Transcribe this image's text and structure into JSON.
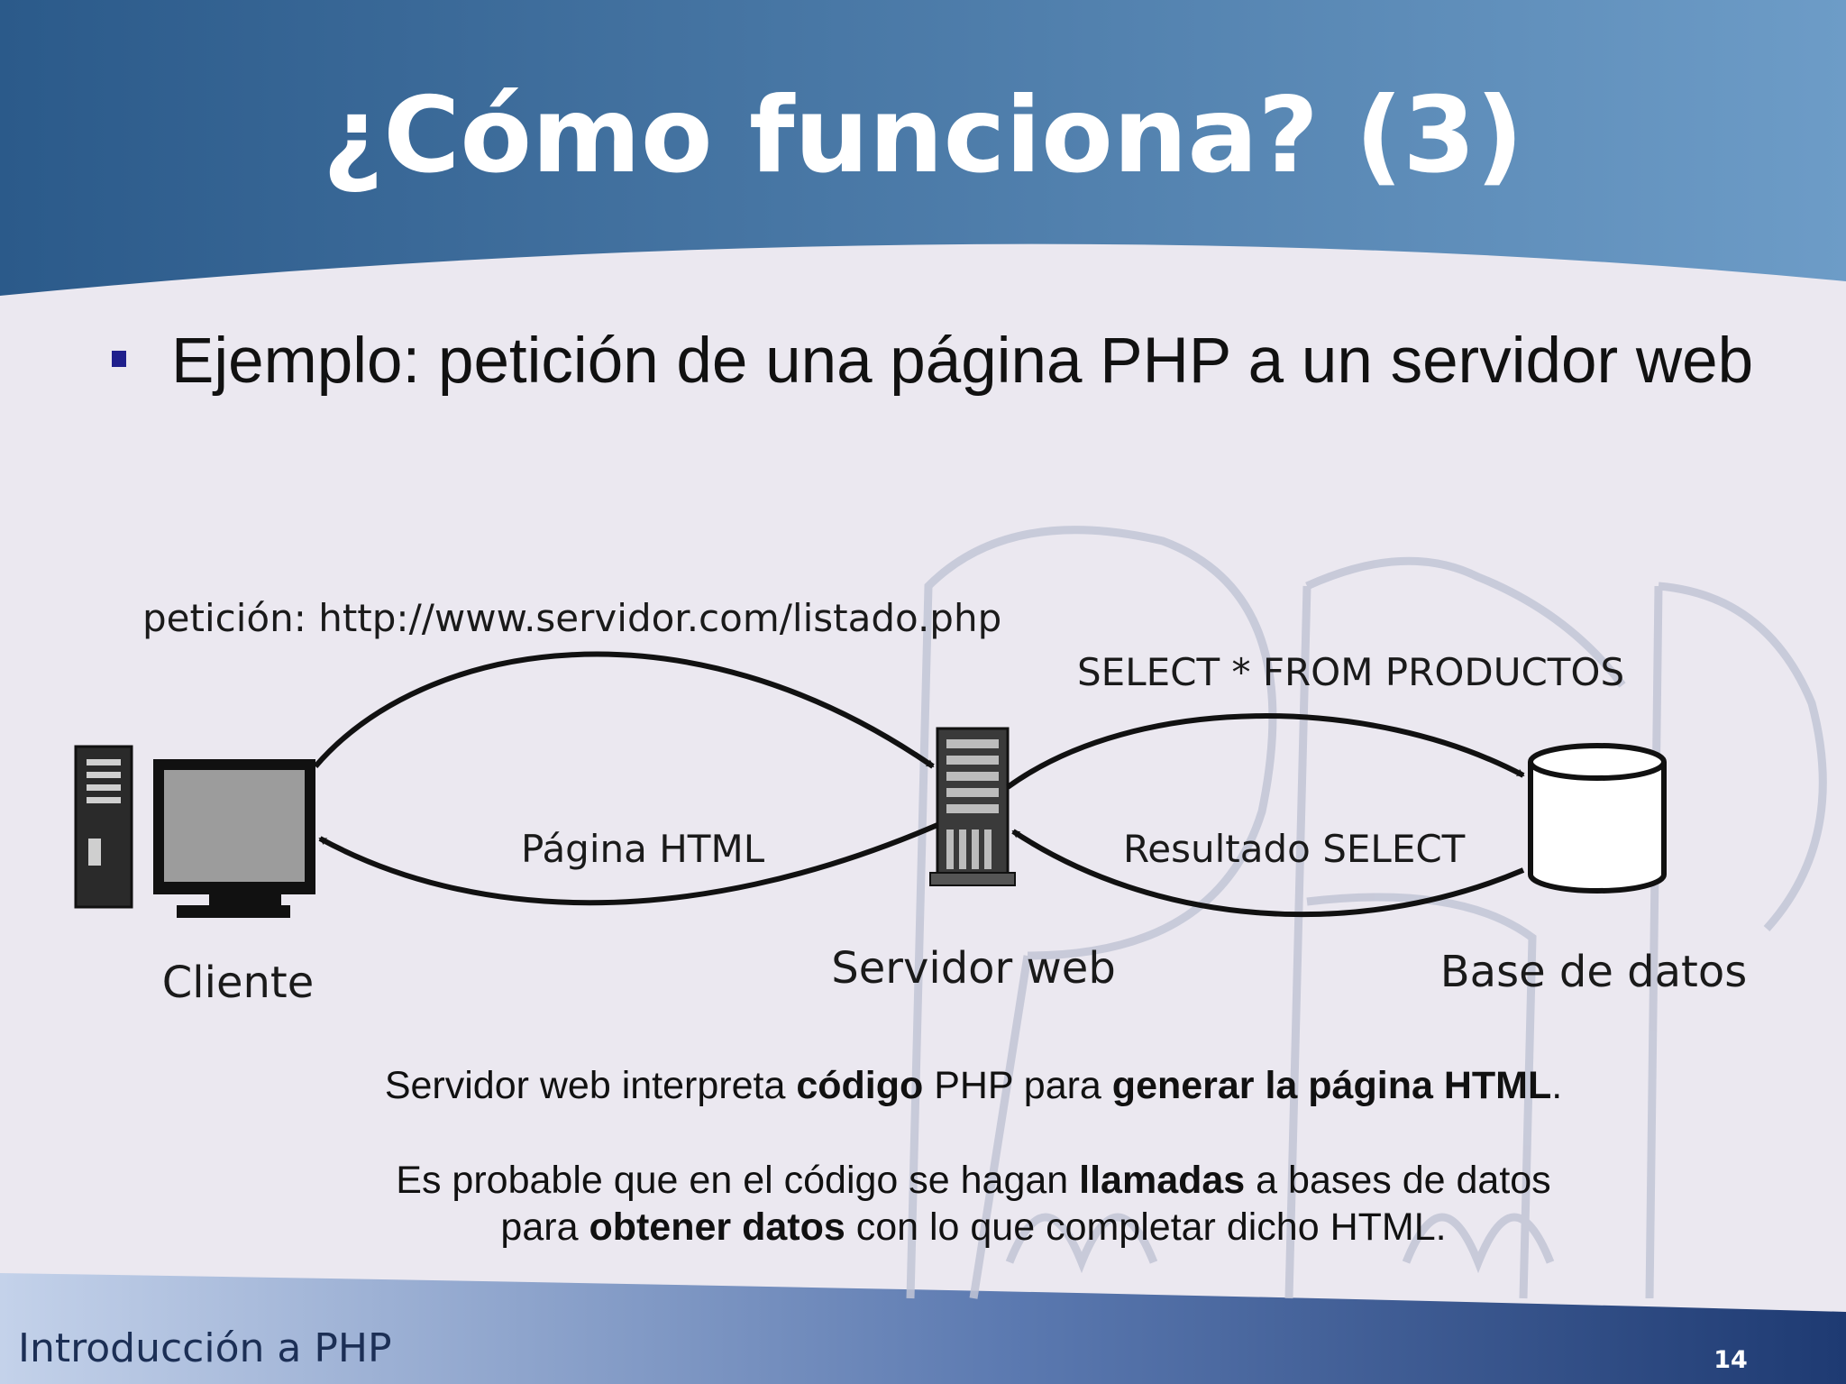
{
  "slide": {
    "title": "¿Cómo funciona? (3)",
    "bullet": "Ejemplo: petición de una página PHP a un servidor web",
    "footer_title": "Introducción a PHP",
    "page_number": "14"
  },
  "diagram": {
    "nodes": {
      "client": "Cliente",
      "server": "Servidor web",
      "database": "Base de datos"
    },
    "arrows": {
      "request": "petición: http://www.servidor.com/listado.php",
      "html_page": "Página HTML",
      "query": "SELECT * FROM PRODUCTOS",
      "result": "Resultado SELECT"
    }
  },
  "caption": {
    "line1": {
      "a": "Servidor web interpreta ",
      "b": "código",
      "c": " PHP para ",
      "d": "generar la página HTML",
      "e": "."
    },
    "line2": {
      "a": "Es probable que en el código se hagan ",
      "b": "llamadas",
      "c": " a bases de datos"
    },
    "line3": {
      "a": "para ",
      "b": "obtener datos",
      "c": " con lo que completar dicho HTML."
    }
  },
  "colors": {
    "header_dark": "#2b5a8a",
    "header_light": "#6d9cc7",
    "background": "#ebe8f0",
    "bullet": "#1f1f8c"
  },
  "watermark": "PHP"
}
